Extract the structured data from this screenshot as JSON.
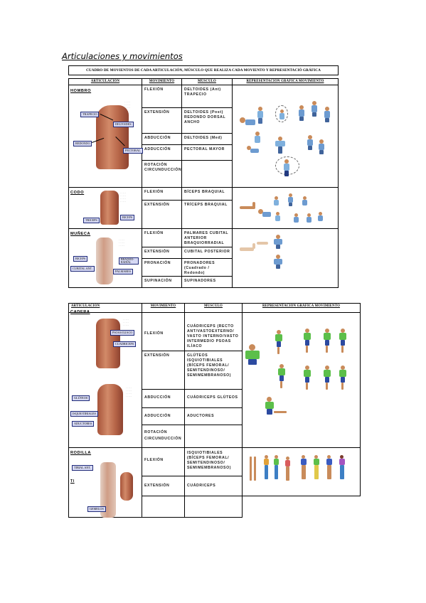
{
  "page_title": "Articulaciones y movimientos",
  "table1": {
    "title": "CUADRO DE MOVIENTOS DE CADA ARTICULACIÓN, MÚSCULO QUE REALIZA CADA MOVIENTO Y REPRESENTACIÓ GRÁFICA",
    "headers": {
      "articulacion": "ARTICULACIÓN",
      "movimiento": "MOVIMIENTO",
      "musculo": "MÚSCULO",
      "representacion": "REPRESENTACIÓN GRÁFICA MOVIMIENTO"
    },
    "hombro": {
      "name": "HOMBRO",
      "labels": {
        "trapecio": "TRAPECIO",
        "deltoides": "DELTOIDES",
        "redondo": "REDONDO",
        "pectoral": "PECTORAL"
      },
      "rows": [
        {
          "mov": "FLEXIÓN",
          "mus": "DELTOIDES (Ant) TRAPECIO"
        },
        {
          "mov": "EXTENSIÓN",
          "mus": "DELTOIDES (Post) REDONDO DORSAL ANCHO"
        },
        {
          "mov": "ABDUCCIÓN",
          "mus": "DELTOIDES (Med)"
        },
        {
          "mov": "ADDUCCIÓN",
          "mus": "PECTORAL MAYOR"
        },
        {
          "mov": "ROTACIÓN CIRCUNDUCCIÓN",
          "mus": ""
        }
      ]
    },
    "codo": {
      "name": "CODO",
      "labels": {
        "triceps": "TRICEPS",
        "biceps": "BICEPS"
      },
      "rows": [
        {
          "mov": "FLEXIÓN",
          "mus": "BÍCEPS BRAQUIAL"
        },
        {
          "mov": "EXTENSIÓN",
          "mus": "TRÍCEPS BRAQUIAL"
        }
      ]
    },
    "muneca": {
      "name": "MUÑECA",
      "labels": {
        "biceps": "BICEPS",
        "braquio": "BRAQUIO-RADIAL",
        "cubital": "CUBITAL ANT.",
        "palmares": "PALMARES"
      },
      "rows": [
        {
          "mov": "FLEXIÓN",
          "mus": "PALMARES CUBITAL ANTERIOR BRAQUIORRADIAL"
        },
        {
          "mov": "EXTENSIÓN",
          "mus": "CUBITAL POSTERIOR"
        },
        {
          "mov": "PRONACIÓN",
          "mus": "PRONADORES (Cuadrado / Redondo)"
        },
        {
          "mov": "SUPINACIÓN",
          "mus": "SUPINADORES"
        }
      ]
    }
  },
  "table2": {
    "headers": {
      "articulacion": "ARTICULACIÓN",
      "movimiento": "MOVIMIENTO",
      "musculo": "MÚSCULO",
      "representacion": "REPRESENTACIÓN GRÁFICA MOVIMIENTO"
    },
    "cadera": {
      "name": "CADERA",
      "labels": {
        "psoas": "PSOAS ILIACO",
        "cuadriceps": "CUADRICEPS",
        "gluteos": "GLÚTEOS",
        "isquiotibiales": "ISQUIOTIBIALES",
        "aductores": "ADUCTORES"
      },
      "rows": [
        {
          "mov": "FLEXIÓN",
          "mus": "CUÁDRICEPS (RECTO ANT/VASTOEXTERNO/ VASTO INTERNO/VASTO INTERMEDIO PSOAS ILÍACO"
        },
        {
          "mov": "EXTENSIÓN",
          "mus": "GLÚTEOS ISQUIOTIBIALES (BÍCEPS FEMORAL/ SEMITENDINOSO/ SEMIMEMBRANOSO)"
        },
        {
          "mov": "ABDUCCIÓN",
          "mus": "CUÁDRICEPS GLÚTEOS"
        },
        {
          "mov": "ADDUCCIÓN",
          "mus": "ADUCTORES"
        },
        {
          "mov": "ROTACIÓN CIRCUNDUCCIÓN",
          "mus": ""
        }
      ]
    },
    "rodilla": {
      "name": "RODILLA",
      "labels": {
        "tibial": "TIBIAL ANT.",
        "gemelos": "GEMELOS",
        "ti": "TI"
      },
      "rows": [
        {
          "mov": "FLEXIÓN",
          "mus": "ISQUIOTIBIALES (BÍCEPS FEMORAL/ SEMITENDINOSO/ SEMIMEMBRANOSO)"
        },
        {
          "mov": "EXTENSIÓN",
          "mus": "CUÁDRICEPS"
        },
        {
          "mov": "",
          "mus": ""
        }
      ]
    }
  }
}
